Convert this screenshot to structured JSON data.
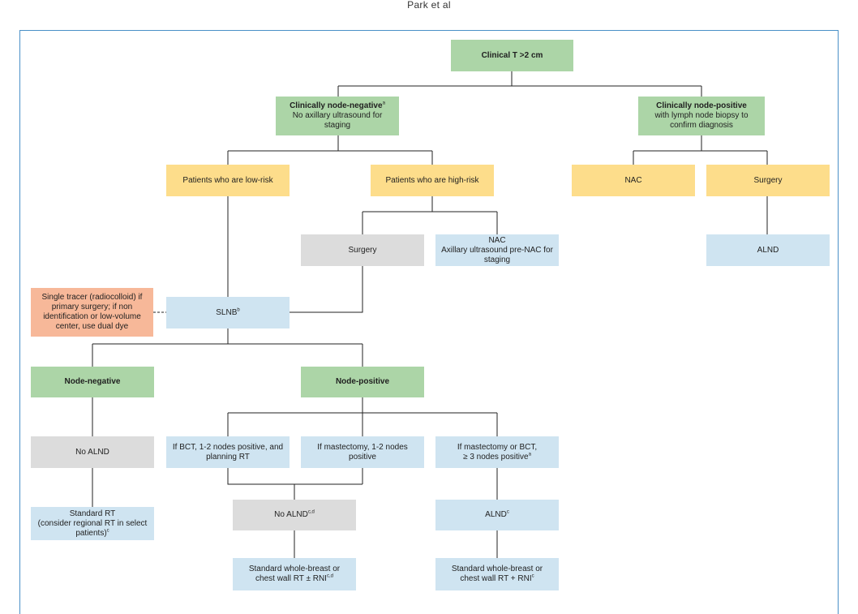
{
  "header": {
    "running_head": "Park et al"
  },
  "nodes": {
    "root": {
      "label": "Clinical T >2 cm"
    },
    "cnn": {
      "title": "Clinically node-negative",
      "sup": "a",
      "body": "No axillary ultrasound for staging"
    },
    "cnp": {
      "title": "Clinically node-positive",
      "body": "with lymph node biopsy to confirm diagnosis"
    },
    "lowrisk": {
      "label": "Patients who are low-risk"
    },
    "highrisk": {
      "label": "Patients who are high-risk"
    },
    "nac_right": {
      "label": "NAC"
    },
    "surgery_right": {
      "label": "Surgery"
    },
    "surgery_mid": {
      "label": "Surgery"
    },
    "nac_mid": {
      "line1": "NAC",
      "line2": "Axillary ultrasound pre-NAC for staging"
    },
    "alnd_right": {
      "label": "ALND"
    },
    "tracer": {
      "label": "Single tracer (radiocolloid) if primary surgery; if non identification or low-volume center, use dual dye"
    },
    "slnb": {
      "label": "SLNB",
      "sup": "b"
    },
    "nodeneg": {
      "label": "Node-negative"
    },
    "nodepos": {
      "label": "Node-positive"
    },
    "no_alnd_left": {
      "label": "No ALND"
    },
    "bct": {
      "label": "If BCT, 1-2 nodes positive, and planning RT"
    },
    "mast12": {
      "label": "If mastectomy, 1-2 nodes positive"
    },
    "mast3": {
      "line1": "If mastectomy or BCT,",
      "line2": "≥ 3 nodes positive",
      "sup": "a"
    },
    "std_rt": {
      "line1": "Standard RT",
      "line2": "(consider regional RT in select patients)",
      "sup": "c"
    },
    "no_alnd_mid": {
      "label": "No ALND",
      "sup": "c,d"
    },
    "alnd_mid": {
      "label": "ALND",
      "sup": "c"
    },
    "wb_mid": {
      "line1": "Standard whole-breast or",
      "line2": "chest wall RT ± RNI",
      "sup": "c,d"
    },
    "wb_right": {
      "line1": "Standard whole-breast or",
      "line2": "chest wall RT + RNI",
      "sup": "c"
    }
  },
  "colors": {
    "green": "#acd5a7",
    "yellow": "#fddd8b",
    "grey": "#dcdcdc",
    "blue": "#cfe4f1",
    "salmon": "#f7b899",
    "frame": "#4a90c7",
    "line": "#222222"
  }
}
